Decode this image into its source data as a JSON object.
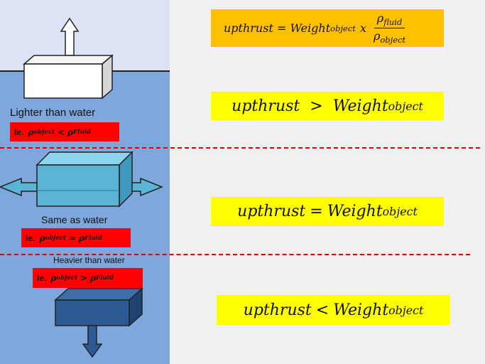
{
  "colors": {
    "sky": "#dde3f4",
    "water": "#7ea7db",
    "red_box": "#ff0000",
    "dashed_line": "#e00000",
    "top_formula_bg": "#ffc000",
    "equation_bg": "#ffff00"
  },
  "formula": {
    "lhs": "upthrust = Weight",
    "lhs_sub": "object",
    "times": "x",
    "num": "ρ",
    "num_sub": "fluid",
    "den": "ρ",
    "den_sub": "object"
  },
  "cases": [
    {
      "caption": "Lighter than water",
      "ie": "Ie.",
      "rho": "ρ",
      "rho_sub": "object",
      "op": "<",
      "rho2": "ρ",
      "rho2_sub": "Fluid",
      "eq_lhs": "upthrust",
      "eq_op": ">",
      "eq_rhs": "Weight",
      "eq_sub": "object",
      "arrow": "up"
    },
    {
      "caption": "Same as water",
      "ie": "Ie.",
      "rho": "ρ",
      "rho_sub": "object",
      "op": "=",
      "rho2": "ρ",
      "rho2_sub": "Fluid",
      "eq_lhs": "upthrust",
      "eq_op": "=",
      "eq_rhs": "Weight",
      "eq_sub": "object",
      "arrow": "left-right"
    },
    {
      "caption": "Heavier than water",
      "ie": "Ie.",
      "rho": "ρ",
      "rho_sub": "object",
      "op": ">",
      "rho2": "ρ",
      "rho2_sub": "Fluid",
      "eq_lhs": "upthrust",
      "eq_op": "<",
      "eq_rhs": "Weight",
      "eq_sub": "object",
      "arrow": "down"
    }
  ]
}
